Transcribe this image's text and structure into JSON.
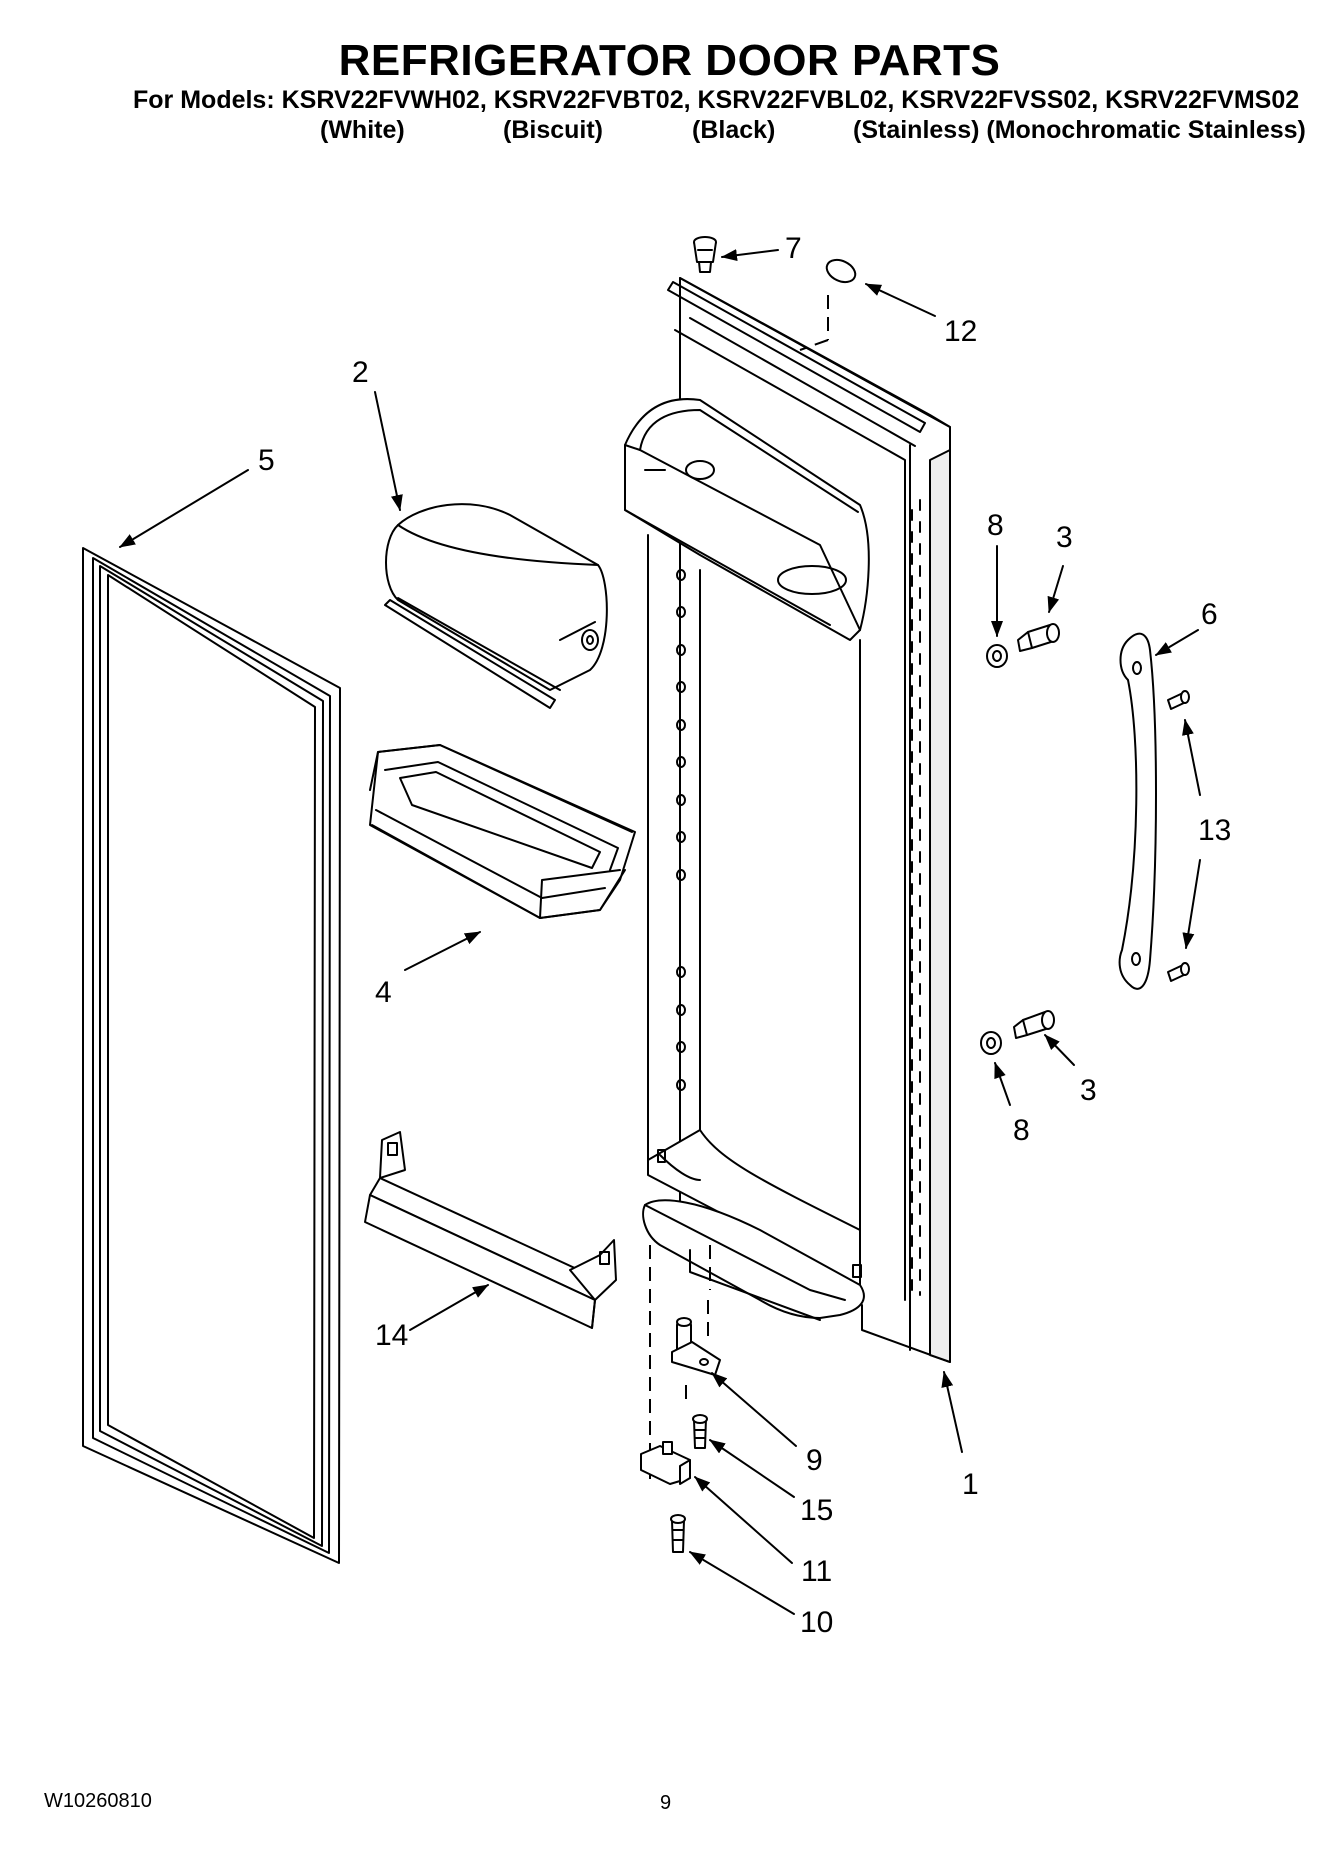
{
  "header": {
    "title": "REFRIGERATOR DOOR PARTS",
    "models_line": "For Models: KSRV22FVWH02, KSRV22FVBT02, KSRV22FVBL02, KSRV22FVSS02, KSRV22FVMS02",
    "variants": [
      "(White)",
      "(Biscuit)",
      "(Black)",
      "(Stainless) (Monochromatic Stainless)"
    ]
  },
  "callouts": {
    "c1": "1",
    "c2": "2",
    "c3a": "3",
    "c3b": "3",
    "c4": "4",
    "c5": "5",
    "c6": "6",
    "c7": "7",
    "c8a": "8",
    "c8b": "8",
    "c9": "9",
    "c10": "10",
    "c11": "11",
    "c12": "12",
    "c13": "13",
    "c14": "14",
    "c15": "15"
  },
  "footer": {
    "doc_number": "W10260810",
    "page_number": "9"
  }
}
